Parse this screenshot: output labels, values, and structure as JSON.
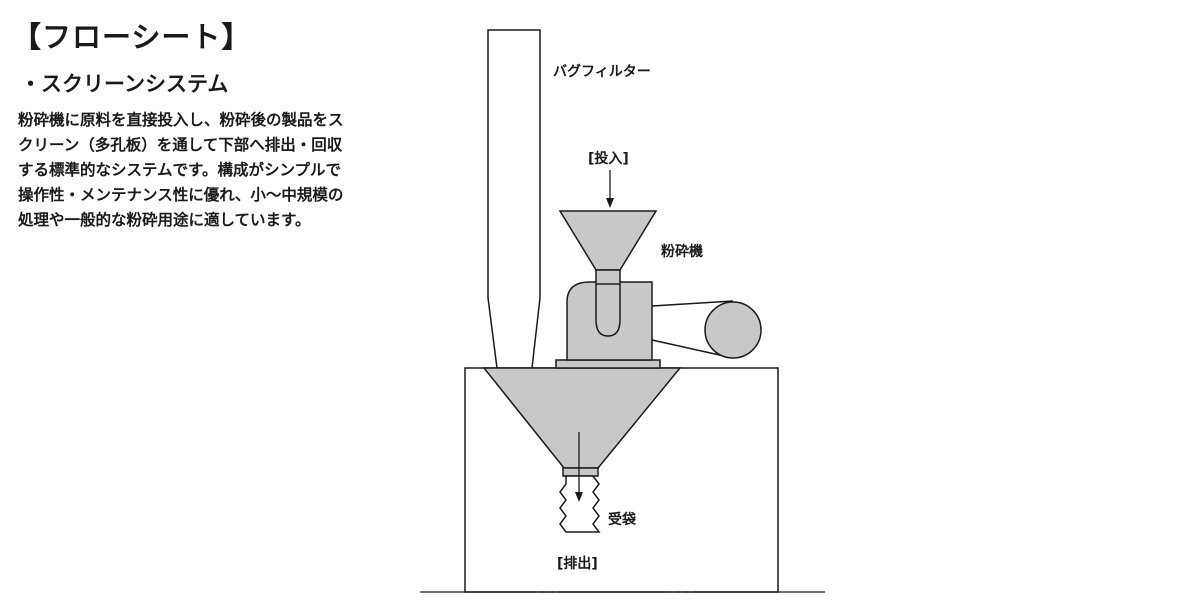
{
  "header": {
    "title": "【フローシート】",
    "section": "・スクリーンシステム"
  },
  "description_lines": [
    "粉砕機に原料を直接投入し、粉砕後の製品をス",
    "クリーン（多孔板）を通して下部へ排出・回収",
    "する標準的なシステムです。構成がシンプルで",
    "操作性・メンテナンス性に優れ、小～中規模の",
    "処理や一般的な粉砕用途に適しています。"
  ],
  "diagram": {
    "labels": {
      "bag_filter": "バグフィルター",
      "input": "[投入]",
      "crusher": "粉砕機",
      "receiving_bag": "受袋",
      "discharge": "[排出]"
    },
    "colors": {
      "fill": "#c8c8c8",
      "stroke": "#1a1a1a"
    }
  }
}
